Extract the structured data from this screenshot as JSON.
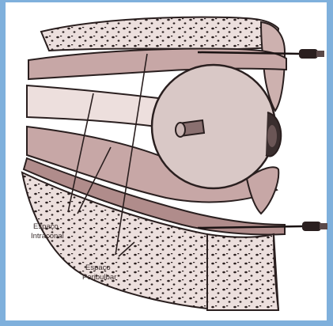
{
  "labels": {
    "intraconal_line1": "Espaço",
    "intraconal_line2": "Intraconal",
    "peribulbar_line1": "Espaço",
    "peribulbar_line2": "Peribulbar"
  },
  "colors": {
    "frame": "#7fb0dc",
    "bone": "#e9d9d7",
    "muscle": "#c7a7a6",
    "muscle_dark": "#b08c8b",
    "ink": "#2a1f1f",
    "eye": "#d9c8c6"
  },
  "icons": [
    "upper-needle-icon",
    "lower-needle-icon"
  ]
}
